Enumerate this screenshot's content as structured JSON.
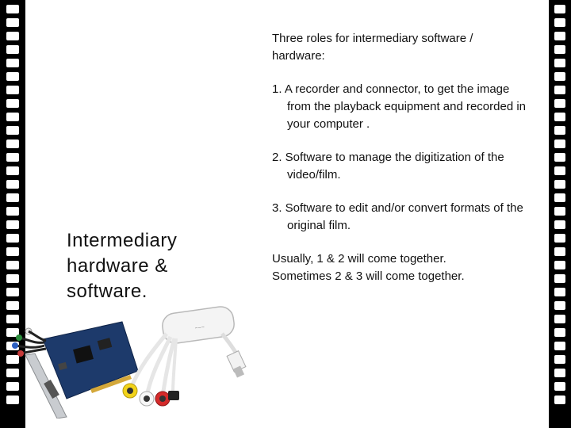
{
  "slide": {
    "title": "Intermediary hardware & software.",
    "intro": "Three roles for intermediary software / hardware:",
    "items": [
      "1.  A recorder and connector, to get the image from the playback equipment and recorded in your computer .",
      "2. Software to manage the digitization of the video/film.",
      "3. Software to edit and/or convert formats of the original film."
    ],
    "summary": [
      "Usually, 1 & 2 will come together.",
      "Sometimes 2 & 3 will come together."
    ]
  },
  "images": {
    "card": "pci-capture-card",
    "usb": "usb-video-capture-device"
  }
}
